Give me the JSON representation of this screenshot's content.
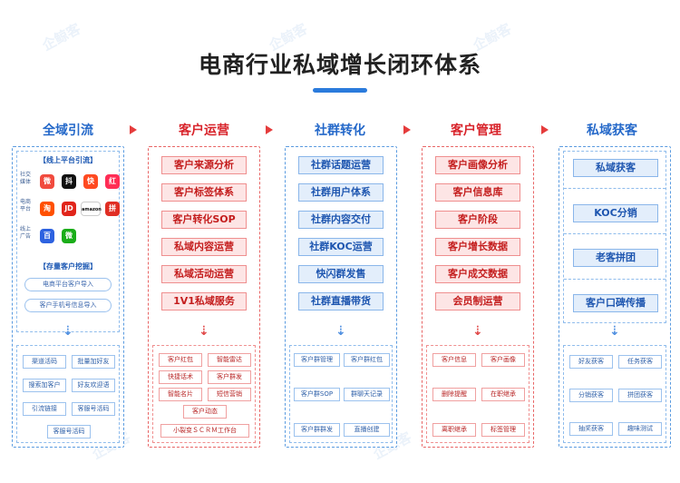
{
  "title": "电商行业私域增长闭环体系",
  "watermark": "企鲸客",
  "columns": [
    {
      "header": "全域引流",
      "online_label": "【线上平台引流】",
      "platform_rows": [
        {
          "label": "社交媒体",
          "logos": [
            {
              "icon": "weibo-icon",
              "glyph": "微",
              "color": "#f14b3e"
            },
            {
              "icon": "douyin-icon",
              "glyph": "抖",
              "color": "#111111"
            },
            {
              "icon": "kuaishou-icon",
              "glyph": "快",
              "color": "#ff4a21"
            },
            {
              "icon": "xiaohongshu-icon",
              "glyph": "红",
              "color": "#ff2d55"
            }
          ]
        },
        {
          "label": "电商平台",
          "logos": [
            {
              "icon": "taobao-icon",
              "glyph": "淘",
              "color": "#ff5000"
            },
            {
              "icon": "jd-icon",
              "glyph": "JD",
              "color": "#e1251b"
            },
            {
              "icon": "amazon-icon",
              "glyph": "amazon",
              "color": "#ffffff"
            },
            {
              "icon": "pinduoduo-icon",
              "glyph": "拼",
              "color": "#e02e24"
            }
          ]
        },
        {
          "label": "线上广告",
          "logos": [
            {
              "icon": "baidu-icon",
              "glyph": "百",
              "color": "#2d62e0"
            },
            {
              "icon": "wechat-icon",
              "glyph": "微",
              "color": "#1aad19"
            }
          ]
        }
      ],
      "stock_label": "【存量客户挖掘】",
      "stock_items": [
        "电商平台客户导入",
        "客户手机号信息导入"
      ],
      "tools": [
        "渠道活码",
        "批量加好友",
        "搜索加客户",
        "好友欢迎语",
        "引流链接",
        "客服号活码",
        "客服号活码"
      ]
    },
    {
      "header": "客户运营",
      "items": [
        "客户来源分析",
        "客户标签体系",
        "客户转化SOP",
        "私域内容运营",
        "私域活动运营",
        "1V1私域服务"
      ],
      "tools": [
        "客户红包",
        "智能雷达",
        "快捷话术",
        "客户群发",
        "智能名片",
        "短信营销",
        "客户动态",
        "小裂变ＳＣＲＭ工作台"
      ]
    },
    {
      "header": "社群转化",
      "items": [
        "社群话题运营",
        "社群用户体系",
        "社群内容交付",
        "社群KOC运营",
        "快闪群发售",
        "社群直播带货"
      ],
      "tools": [
        "客户群管理",
        "客户群红包",
        "客户群SOP",
        "群聊天记录",
        "客户群群发",
        "直播创建"
      ]
    },
    {
      "header": "客户管理",
      "items": [
        "客户画像分析",
        "客户信息库",
        "客户阶段",
        "客户增长数据",
        "客户成交数据",
        "会员制运营"
      ],
      "tools": [
        "客户信息",
        "客户画像",
        "删除提醒",
        "在职继承",
        "离职继承",
        "标签管理"
      ]
    },
    {
      "header": "私域获客",
      "items": [
        "私域获客",
        "KOC分销",
        "老客拼团",
        "客户口碑传播"
      ],
      "tools": [
        "好友获客",
        "任务获客",
        "分销获客",
        "拼团获客",
        "抽奖获客",
        "趣味测试"
      ]
    }
  ]
}
